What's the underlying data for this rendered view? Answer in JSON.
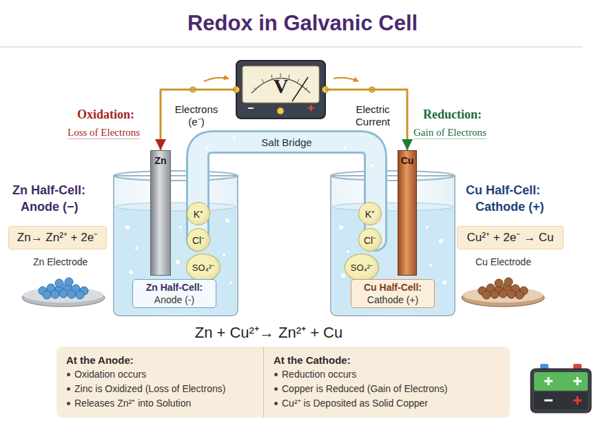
{
  "diagram": {
    "title": "Redox in Galvanic Cell",
    "nodes": [
      {
        "text": [
          "V",
          "−",
          "+"
        ]
      },
      {
        "text": [
          "Salt Bridge"
        ]
      },
      {
        "text": [
          "Zn"
        ]
      },
      {
        "text": [
          "Cu"
        ]
      },
      {
        "text": [
          "K⁺"
        ]
      },
      {
        "text": [
          "Cl⁻"
        ]
      },
      {
        "text": [
          "SO₄²⁻"
        ]
      },
      {
        "text": [
          "K⁺"
        ]
      },
      {
        "text": [
          "Cl⁻"
        ]
      },
      {
        "text": [
          "SO₄²⁻"
        ]
      },
      {
        "text": [
          "Zn→ Zn²⁺ + 2e⁻"
        ]
      },
      {
        "text": [
          "Cu²⁺ + 2e⁻ → Cu"
        ]
      },
      {
        "text": [
          "Zn Half-Cell:",
          "Anode (-)"
        ]
      },
      {
        "text": [
          "Cu Half-Cell:",
          "Cathode (+)"
        ]
      },
      {
        "text": [
          "At the Anode:",
          "Oxidation occurs",
          "Zinc is Oxidized (Loss of Electrons)",
          "Releases Zn²⁺ into Solution"
        ]
      },
      {
        "text": [
          "At the Cathode:",
          "Reduction occurs",
          "Copper is Reduced (Gain of Electrons)",
          "Cu²⁺ is Deposited as Solid Copper"
        ]
      }
    ],
    "edges": [
      {
        "from": 0,
        "to": 2,
        "arrow": "to"
      },
      {
        "from": 0,
        "to": 3,
        "arrow": "to"
      }
    ],
    "labels": [
      "Oxidation:",
      "Loss of Electrons",
      "Electrons (e⁻)",
      "Electric Current",
      "Reduction:",
      "Gain of Electrons",
      "Zn Half-Cell:",
      "Anode (−)",
      "Cu Half-Cell:",
      "Cathode (+)",
      "Zn Electrode",
      "Cu Electrode",
      "Zn + Cu²⁺→ Zn²⁺ + Cu"
    ]
  }
}
